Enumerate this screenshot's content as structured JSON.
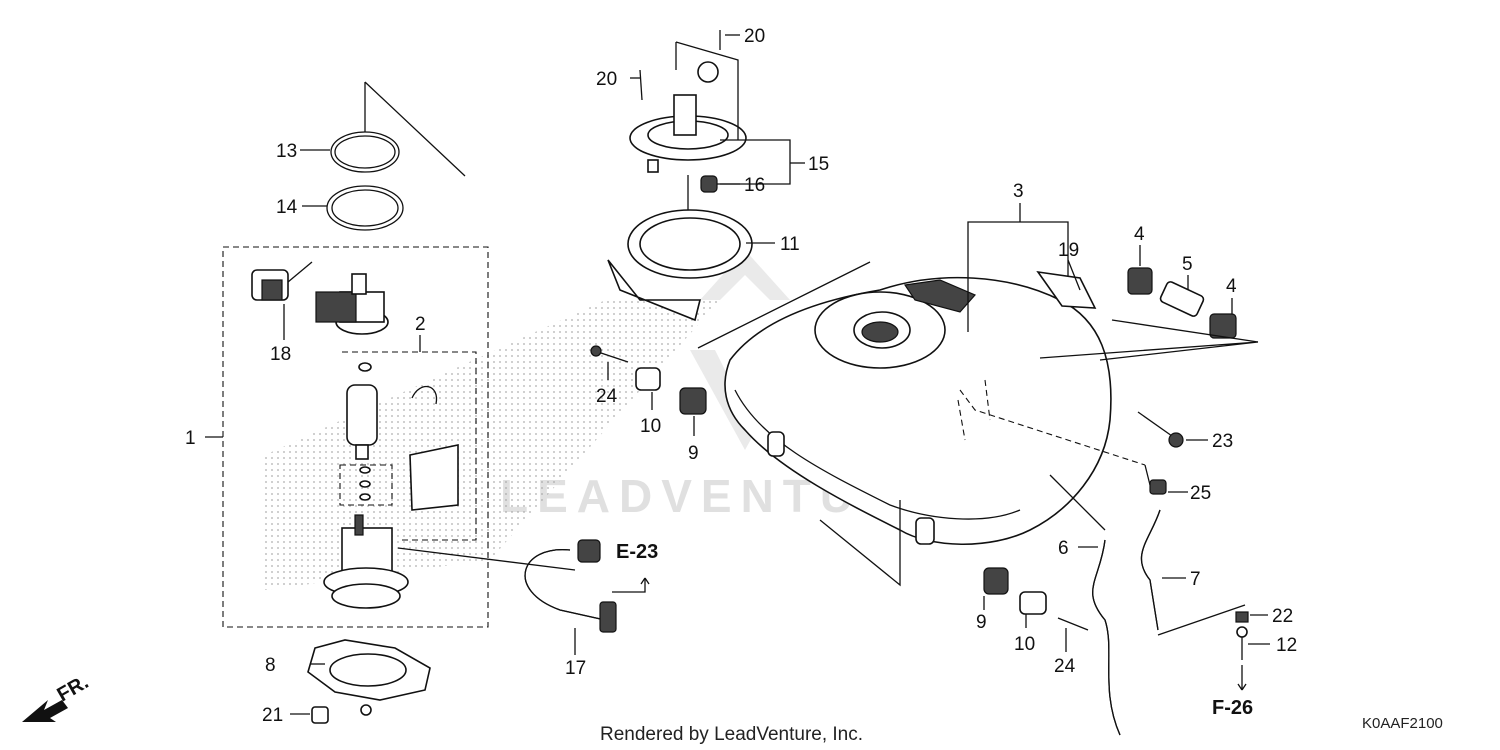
{
  "diagram": {
    "callouts": {
      "c1": "1",
      "c2": "2",
      "c3": "3",
      "c4a": "4",
      "c4b": "4",
      "c5": "5",
      "c6": "6",
      "c7": "7",
      "c8": "8",
      "c9a": "9",
      "c9b": "9",
      "c10a": "10",
      "c10b": "10",
      "c11": "11",
      "c12": "12",
      "c13": "13",
      "c14": "14",
      "c15": "15",
      "c16": "16",
      "c17": "17",
      "c18": "18",
      "c19": "19",
      "c20a": "20",
      "c20b": "20",
      "c21": "21",
      "c22": "22",
      "c23": "23",
      "c24a": "24",
      "c24b": "24",
      "c25": "25"
    },
    "references": {
      "e23": "E-23",
      "f26": "F-26"
    },
    "direction_label": "FR.",
    "watermark": "LEADVENTURE",
    "footer": {
      "credit": "Rendered by LeadVenture, Inc.",
      "diagram_code": "K0AAF2100"
    }
  }
}
